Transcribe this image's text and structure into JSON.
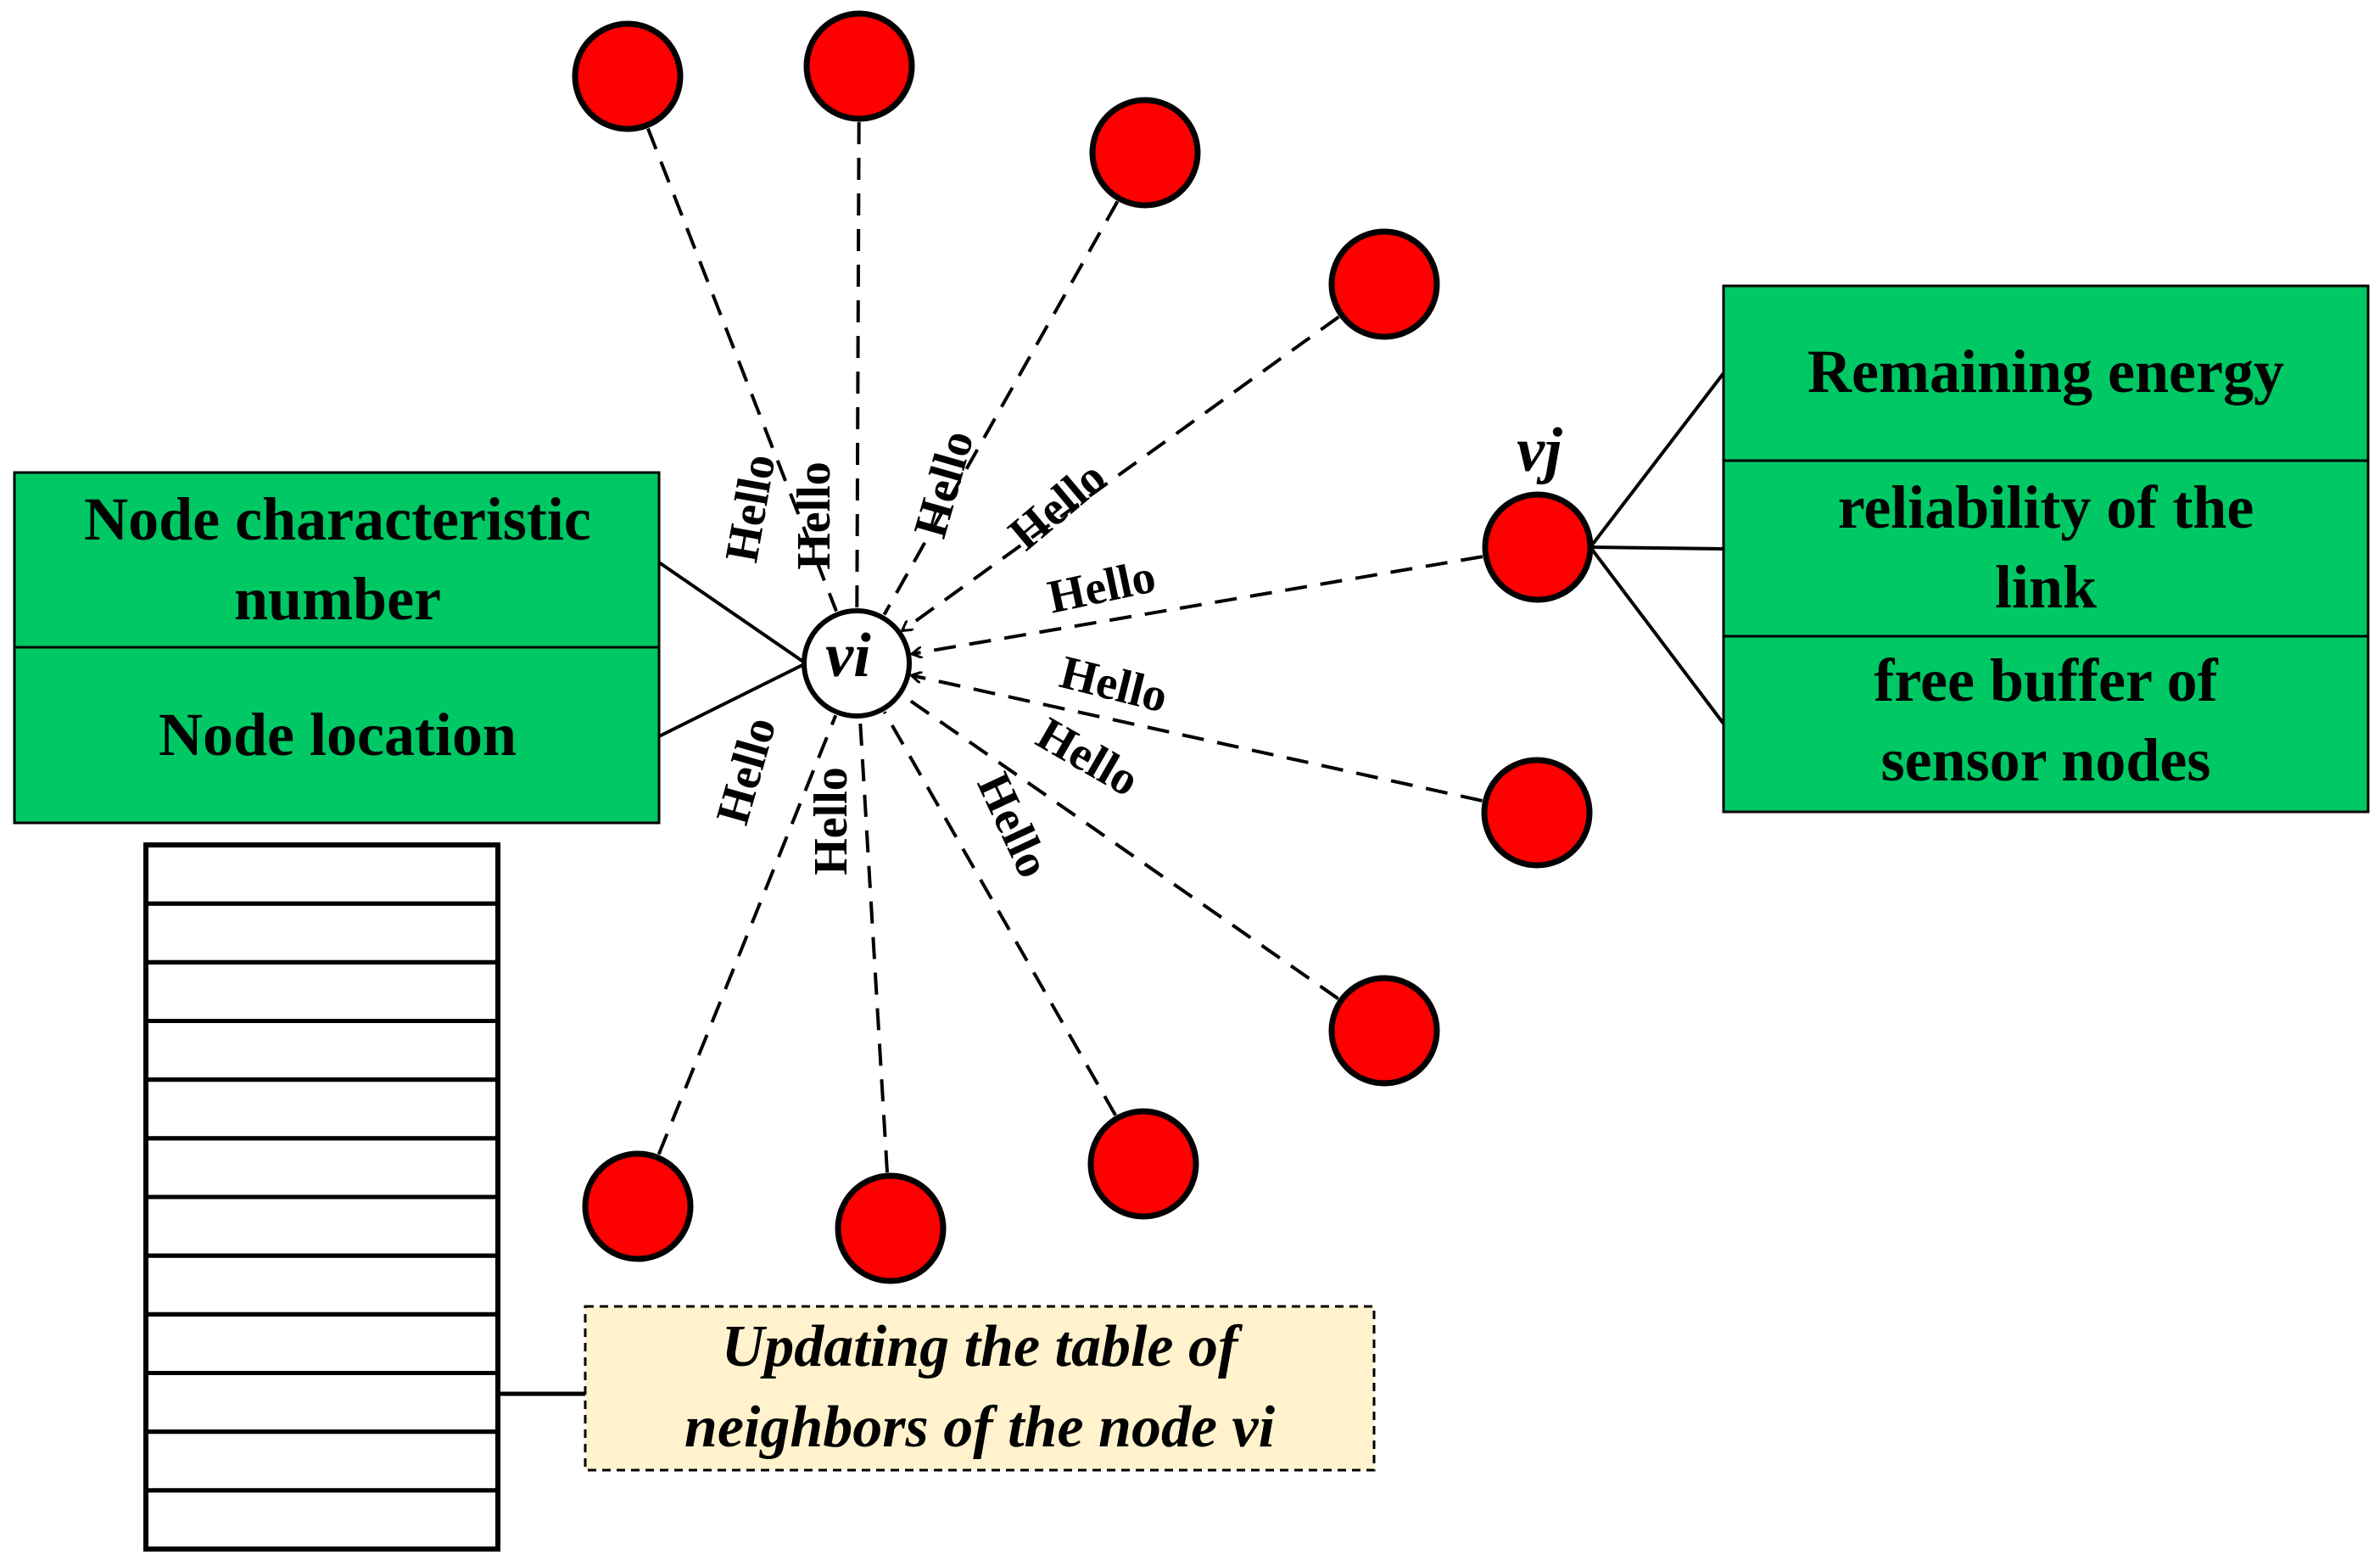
{
  "colors": {
    "node_fill": "#ff0000",
    "box_fill": "#00c864",
    "note_fill": "#fff2cc",
    "stroke": "#000000"
  },
  "center_node": {
    "label": "vi"
  },
  "neighbor_node": {
    "label": "vj"
  },
  "hello_label": "Hello",
  "left_box": {
    "row1": [
      "Node characteristic",
      "number"
    ],
    "row2": "Node location"
  },
  "right_box": {
    "row1": "Remaining energy",
    "row2": [
      "reliability of the",
      "link"
    ],
    "row3": [
      "free buffer of",
      "sensor nodes"
    ]
  },
  "table": {
    "rows": 12
  },
  "note": {
    "lines": [
      "Updating the table of",
      "neighbors of the node vi"
    ]
  }
}
